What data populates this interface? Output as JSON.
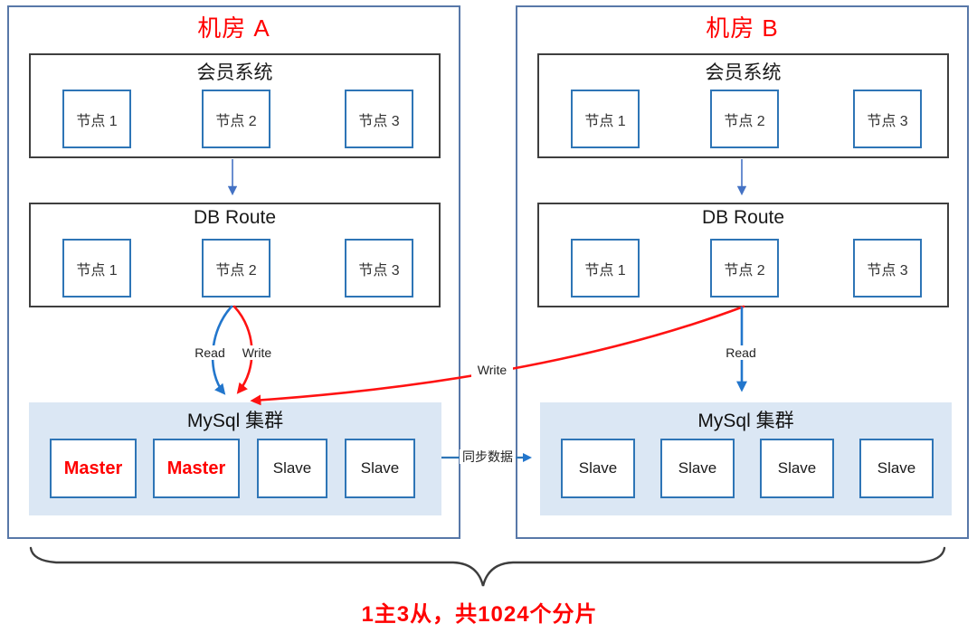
{
  "rooms": [
    {
      "title": "机房 A",
      "member_system": {
        "title": "会员系统",
        "nodes": [
          "节点 1",
          "节点 2",
          "节点 3"
        ]
      },
      "db_route": {
        "title": "DB Route",
        "nodes": [
          "节点 1",
          "节点 2",
          "节点 3"
        ]
      },
      "mysql_cluster": {
        "title": "MySql 集群",
        "nodes": [
          {
            "label": "Master",
            "role": "master"
          },
          {
            "label": "Master",
            "role": "master"
          },
          {
            "label": "Slave",
            "role": "slave"
          },
          {
            "label": "Slave",
            "role": "slave"
          }
        ]
      }
    },
    {
      "title": "机房 B",
      "member_system": {
        "title": "会员系统",
        "nodes": [
          "节点 1",
          "节点 2",
          "节点 3"
        ]
      },
      "db_route": {
        "title": "DB Route",
        "nodes": [
          "节点 1",
          "节点 2",
          "节点 3"
        ]
      },
      "mysql_cluster": {
        "title": "MySql 集群",
        "nodes": [
          {
            "label": "Slave",
            "role": "slave"
          },
          {
            "label": "Slave",
            "role": "slave"
          },
          {
            "label": "Slave",
            "role": "slave"
          },
          {
            "label": "Slave",
            "role": "slave"
          }
        ]
      }
    }
  ],
  "labels": {
    "read_a": "Read",
    "write_a": "Write",
    "cross_write": "Write",
    "read_b": "Read",
    "sync": "同步数据"
  },
  "caption": {
    "text": "1主3从，共1024个分片"
  },
  "colors": {
    "room_title_red": "#ff0000",
    "master_text_red": "#ff0000",
    "caption_red": "#ff0000",
    "node_border_blue": "#2e75b6",
    "room_border_blue": "#5878a8",
    "section_border_gray": "#3f3f3f",
    "cluster_bg_blue": "#dbe7f4",
    "arrow_blue": "#2276cc",
    "arrow_thin_blue": "#4472c4",
    "arrow_red": "#ff1212",
    "brace_gray": "#3d3d3d"
  }
}
